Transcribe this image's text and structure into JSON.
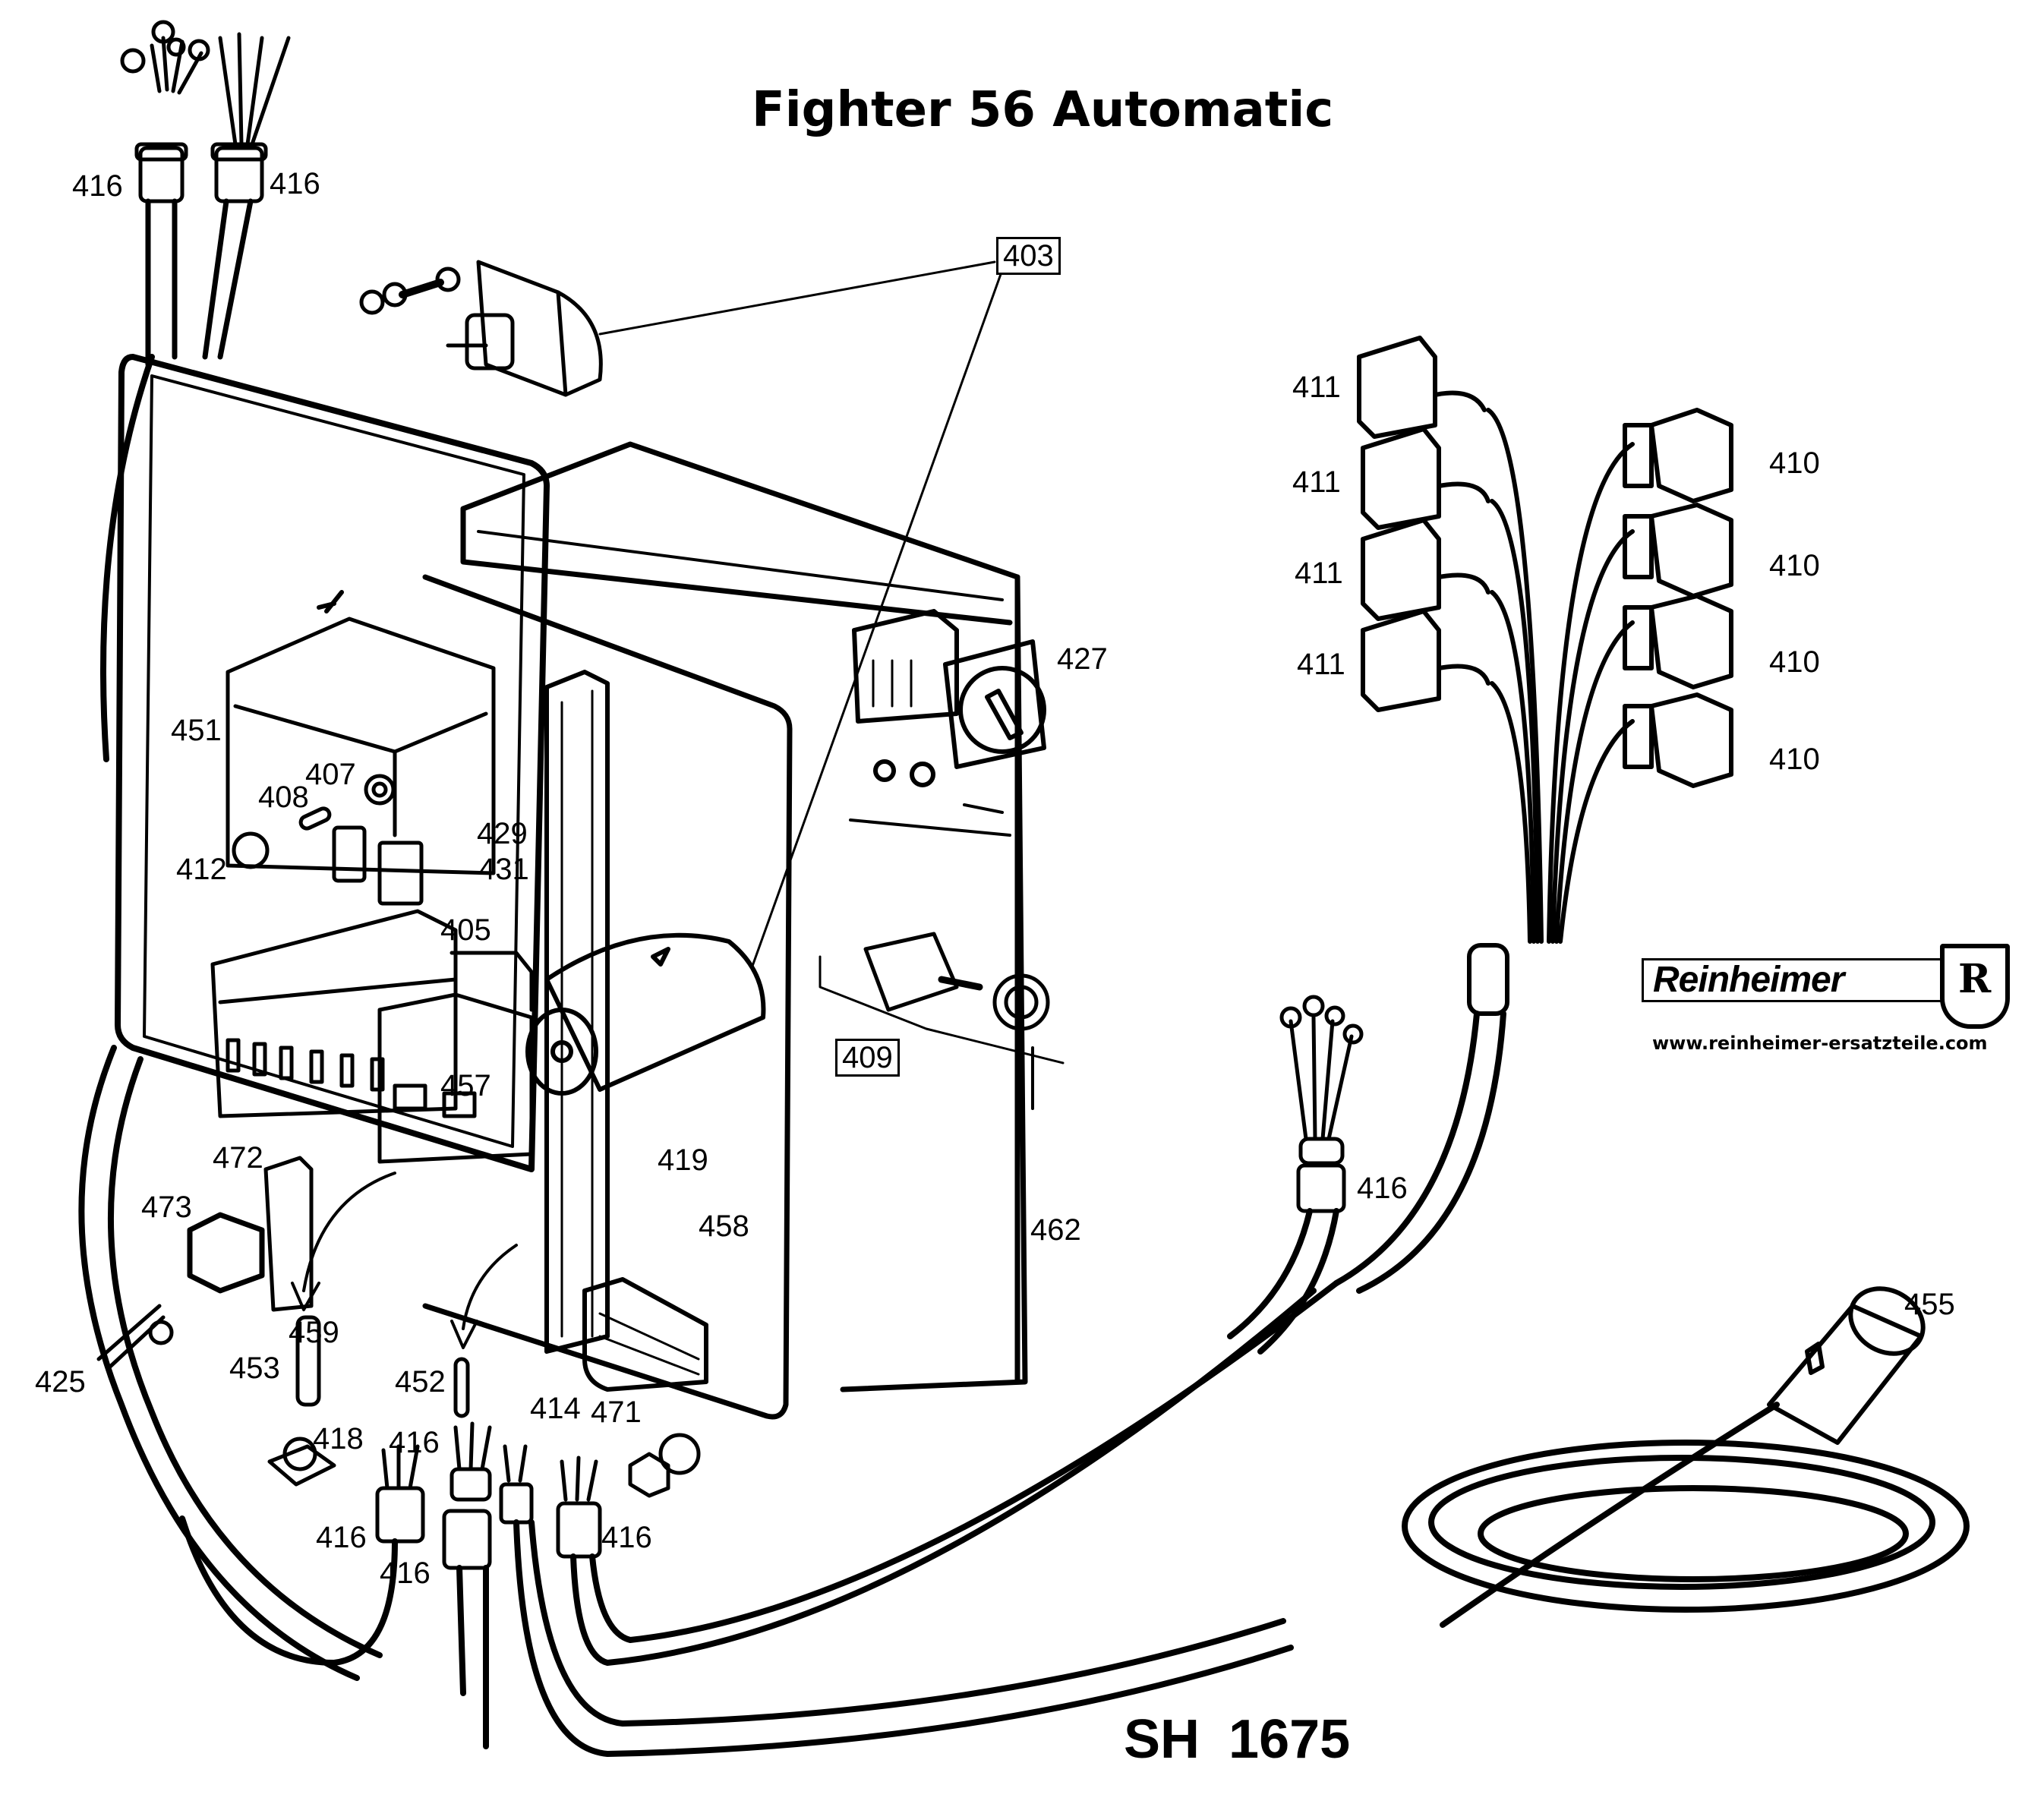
{
  "header": {
    "title": "Fighter 56 Automatic"
  },
  "footer": {
    "drawing_number": "SH 1675"
  },
  "branding": {
    "logo_text": "Reinheimer",
    "logo_emblem": "R",
    "url": "www.reinheimer-ersatzteile.com"
  },
  "part_labels": [
    {
      "id": "416-top-left",
      "text": "416",
      "boxed": false
    },
    {
      "id": "416-top-right",
      "text": "416",
      "boxed": false
    },
    {
      "id": "403",
      "text": "403",
      "boxed": true
    },
    {
      "id": "411-a",
      "text": "411",
      "boxed": false
    },
    {
      "id": "411-b",
      "text": "411",
      "boxed": false
    },
    {
      "id": "411-c",
      "text": "411",
      "boxed": false
    },
    {
      "id": "411-d",
      "text": "411",
      "boxed": false
    },
    {
      "id": "410-a",
      "text": "410",
      "boxed": false
    },
    {
      "id": "410-b",
      "text": "410",
      "boxed": false
    },
    {
      "id": "410-c",
      "text": "410",
      "boxed": false
    },
    {
      "id": "410-d",
      "text": "410",
      "boxed": false
    },
    {
      "id": "427",
      "text": "427",
      "boxed": false
    },
    {
      "id": "451",
      "text": "451",
      "boxed": false
    },
    {
      "id": "407",
      "text": "407",
      "boxed": false
    },
    {
      "id": "408",
      "text": "408",
      "boxed": false
    },
    {
      "id": "429",
      "text": "429",
      "boxed": false
    },
    {
      "id": "412",
      "text": "412",
      "boxed": false
    },
    {
      "id": "431",
      "text": "431",
      "boxed": false
    },
    {
      "id": "405",
      "text": "405",
      "boxed": false
    },
    {
      "id": "457",
      "text": "457",
      "boxed": false
    },
    {
      "id": "409",
      "text": "409",
      "boxed": true
    },
    {
      "id": "472",
      "text": "472",
      "boxed": false
    },
    {
      "id": "419",
      "text": "419",
      "boxed": false
    },
    {
      "id": "473",
      "text": "473",
      "boxed": false
    },
    {
      "id": "458",
      "text": "458",
      "boxed": false
    },
    {
      "id": "462",
      "text": "462",
      "boxed": false
    },
    {
      "id": "416-right",
      "text": "416",
      "boxed": false
    },
    {
      "id": "459",
      "text": "459",
      "boxed": false
    },
    {
      "id": "425",
      "text": "425",
      "boxed": false
    },
    {
      "id": "453",
      "text": "453",
      "boxed": false
    },
    {
      "id": "452",
      "text": "452",
      "boxed": false
    },
    {
      "id": "414",
      "text": "414",
      "boxed": false
    },
    {
      "id": "471",
      "text": "471",
      "boxed": false
    },
    {
      "id": "418",
      "text": "418",
      "boxed": false
    },
    {
      "id": "416-bottom-a",
      "text": "416",
      "boxed": false
    },
    {
      "id": "416-bottom-b",
      "text": "416",
      "boxed": false
    },
    {
      "id": "416-bottom-c",
      "text": "416",
      "boxed": false
    },
    {
      "id": "416-bottom-d",
      "text": "416",
      "boxed": false
    },
    {
      "id": "455",
      "text": "455",
      "boxed": false
    }
  ]
}
